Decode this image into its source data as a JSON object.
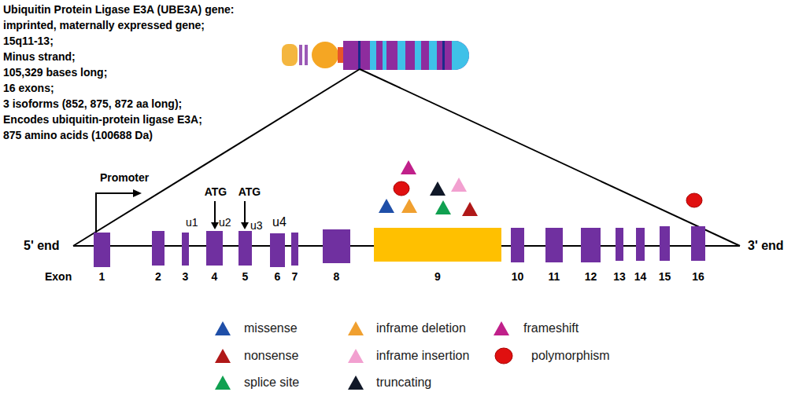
{
  "diagram": {
    "nodes": [
      {
        "text": [
          "1"
        ]
      },
      {
        "text": [
          "2"
        ]
      },
      {
        "text": [
          "3"
        ]
      },
      {
        "text": [
          "4"
        ]
      },
      {
        "text": [
          "5"
        ]
      },
      {
        "text": [
          "6"
        ]
      },
      {
        "text": [
          "7"
        ]
      },
      {
        "text": [
          "8"
        ]
      },
      {
        "text": [
          "9"
        ]
      },
      {
        "text": [
          "10"
        ]
      },
      {
        "text": [
          "11"
        ]
      },
      {
        "text": [
          "12"
        ]
      },
      {
        "text": [
          "13"
        ]
      },
      {
        "text": [
          "14"
        ]
      },
      {
        "text": [
          "15"
        ]
      },
      {
        "text": [
          "16"
        ]
      }
    ],
    "edges": [
      {
        "from": 0,
        "to": 1,
        "arrow": "none"
      },
      {
        "from": 1,
        "to": 2,
        "arrow": "none"
      },
      {
        "from": 2,
        "to": 3,
        "arrow": "none"
      },
      {
        "from": 3,
        "to": 4,
        "arrow": "none"
      },
      {
        "from": 4,
        "to": 5,
        "arrow": "none"
      },
      {
        "from": 5,
        "to": 6,
        "arrow": "none"
      },
      {
        "from": 6,
        "to": 7,
        "arrow": "none"
      },
      {
        "from": 7,
        "to": 8,
        "arrow": "none"
      },
      {
        "from": 8,
        "to": 9,
        "arrow": "none"
      },
      {
        "from": 9,
        "to": 10,
        "arrow": "none"
      },
      {
        "from": 10,
        "to": 11,
        "arrow": "none"
      },
      {
        "from": 11,
        "to": 12,
        "arrow": "none"
      },
      {
        "from": 12,
        "to": 13,
        "arrow": "none"
      },
      {
        "from": 13,
        "to": 14,
        "arrow": "none"
      },
      {
        "from": 14,
        "to": 15,
        "arrow": "none"
      }
    ],
    "labels": [
      "Ubiquitin Protein Ligase E3A (UBE3A) gene:",
      "imprinted, maternally expressed gene;",
      "15q11-13;",
      "Minus strand;",
      "105,329 bases long;",
      "16 exons;",
      "3 isoforms (852, 875, 872 aa long);",
      "Encodes ubiquitin-protein ligase E3A;",
      "875 amino acids (100688 Da)",
      "Promoter",
      "ATG",
      "ATG",
      "u1",
      "u2",
      "u3",
      "u4",
      "5' end",
      "3' end",
      "Exon"
    ],
    "legend": [
      {
        "text": "missense",
        "color": "#1f4fa8"
      },
      {
        "text": "inframe deletion",
        "color": "#f0a030"
      },
      {
        "text": "frameshift",
        "color": "#c0208a"
      },
      {
        "text": "nonsense",
        "color": "#b01818"
      },
      {
        "text": "inframe insertion",
        "color": "#f2a0d0"
      },
      {
        "text": "polymorphism",
        "color": "#e01010"
      },
      {
        "text": "splice site",
        "color": "#10a050"
      },
      {
        "text": "truncating",
        "color": "#101828"
      }
    ]
  }
}
